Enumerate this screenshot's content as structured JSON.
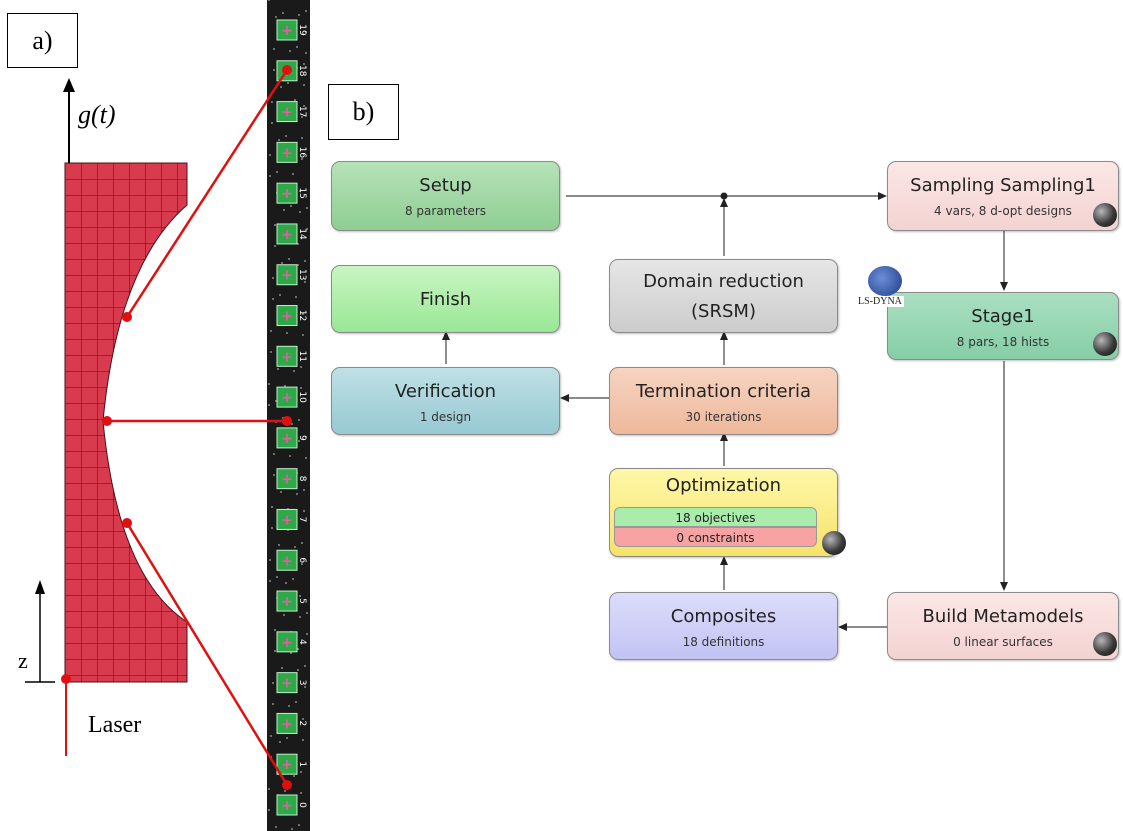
{
  "panel_a": {
    "label": "a)",
    "load_label": "g(t)",
    "axis_label": "z",
    "laser_label": "Laser",
    "marker_numbers": [
      "19",
      "18",
      "17",
      "16",
      "15",
      "14",
      "13",
      "12",
      "11",
      "10",
      "9",
      "8",
      "7",
      "6",
      "5",
      "4",
      "3",
      "2",
      "1",
      "0"
    ]
  },
  "panel_b": {
    "label": "b)",
    "nodes": {
      "setup": {
        "title": "Setup",
        "sub": "8 parameters"
      },
      "finish": {
        "title": "Finish"
      },
      "verification": {
        "title": "Verification",
        "sub": "1 design"
      },
      "domain": {
        "title": "Domain reduction",
        "title2": "(SRSM)"
      },
      "termination": {
        "title": "Termination criteria",
        "sub": "30 iterations"
      },
      "optimization": {
        "title": "Optimization",
        "objectives": "18 objectives",
        "constraints": "0 constraints"
      },
      "composites": {
        "title": "Composites",
        "sub": "18 definitions"
      },
      "sampling": {
        "title": "Sampling Sampling1",
        "sub": "4 vars, 8 d-opt designs"
      },
      "stage": {
        "title": "Stage1",
        "sub": "8 pars, 18 hists"
      },
      "build": {
        "title": "Build Metamodels",
        "sub": "0 linear surfaces"
      }
    },
    "logo_text": "LS-DYNA"
  },
  "colors": {
    "mesh_fill": "#d83a4e",
    "connector": "#e01010",
    "marker_green": "#2fa84a"
  }
}
